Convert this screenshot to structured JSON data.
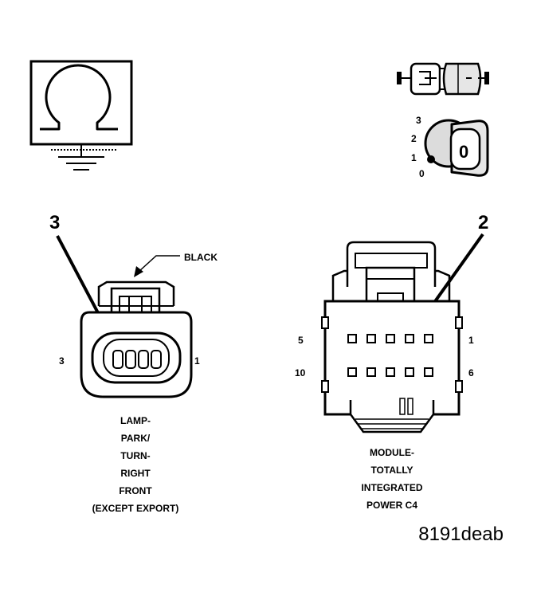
{
  "header": {
    "key_position_labels": [
      "3",
      "2",
      "1",
      "0"
    ],
    "key_face_letter": "0"
  },
  "left_connector": {
    "callout": "3",
    "color_label": "BLACK",
    "pin_left": "3",
    "pin_right": "1",
    "caption_lines": [
      "LAMP-",
      "PARK/",
      "TURN-",
      "RIGHT",
      "FRONT",
      "(EXCEPT EXPORT)"
    ]
  },
  "right_connector": {
    "callout": "2",
    "pin_top_left": "5",
    "pin_top_right": "1",
    "pin_bottom_left": "10",
    "pin_bottom_right": "6",
    "caption_lines": [
      "MODULE-",
      "TOTALLY",
      "INTEGRATED",
      "POWER C4"
    ]
  },
  "figure_code": "8191deab"
}
